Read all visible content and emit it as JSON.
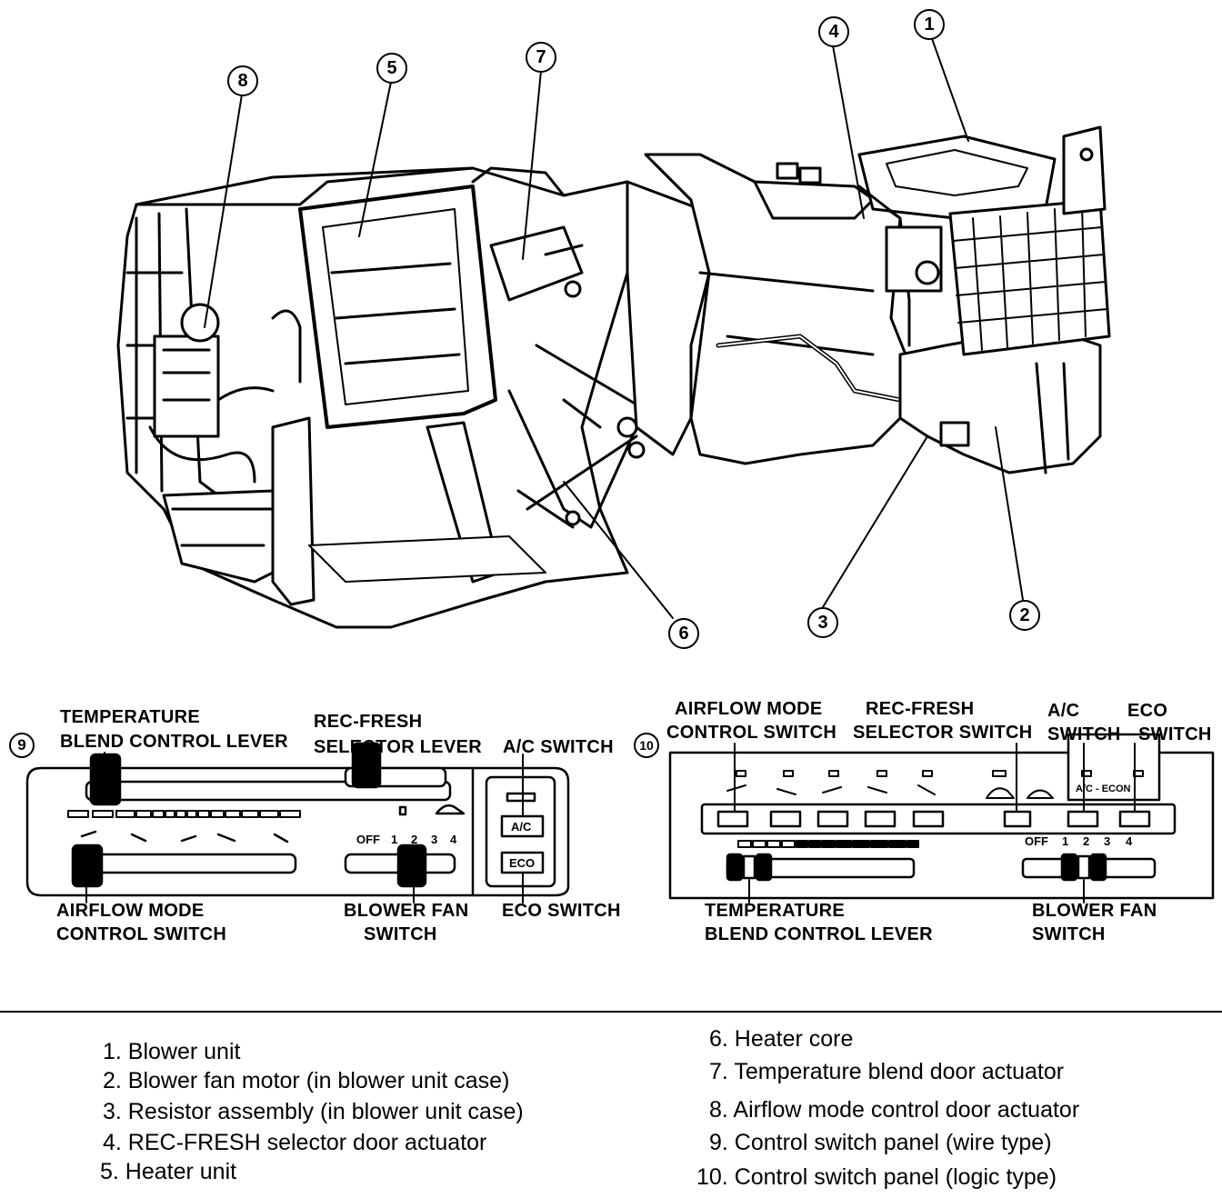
{
  "callouts": {
    "c1": "1",
    "c2": "2",
    "c3": "3",
    "c4": "4",
    "c5": "5",
    "c6": "6",
    "c7": "7",
    "c8": "8",
    "c9": "9",
    "c10": "10"
  },
  "panel_wire": {
    "temp_label_1": "TEMPERATURE",
    "temp_label_2": "BLEND CONTROL LEVER",
    "recfresh_label_1": "REC-FRESH",
    "recfresh_label_2": "SELECTOR LEVER",
    "ac_switch_label": "A/C SWITCH",
    "airflow_label_1": "AIRFLOW MODE",
    "airflow_label_2": "CONTROL SWITCH",
    "blower_label_1": "BLOWER FAN",
    "blower_label_2": "SWITCH",
    "eco_switch_label": "ECO SWITCH",
    "ac_button_text": "A/C",
    "eco_button_text": "ECO",
    "fan_scale": {
      "off": "OFF",
      "s1": "1",
      "s2": "2",
      "s3": "3",
      "s4": "4"
    }
  },
  "panel_logic": {
    "airflow_label_1": "AIRFLOW MODE",
    "airflow_label_2": "CONTROL SWITCH",
    "recfresh_label_1": "REC-FRESH",
    "recfresh_label_2": "SELECTOR SWITCH",
    "ac_label_1": "A/C",
    "ac_label_2": "SWITCH",
    "eco_label_1": "ECO",
    "eco_label_2": "SWITCH",
    "temp_label_1": "TEMPERATURE",
    "temp_label_2": "BLEND CONTROL LEVER",
    "blower_label_1": "BLOWER FAN",
    "blower_label_2": "SWITCH",
    "ac_econ_text": "A/C - ECON",
    "fan_scale": {
      "off": "OFF",
      "s1": "1",
      "s2": "2",
      "s3": "3",
      "s4": "4"
    }
  },
  "legend": {
    "left": [
      "1. Blower unit",
      "2. Blower fan motor  (in blower unit case)",
      "3. Resistor assembly  (in blower unit case)",
      "4. REC-FRESH selector door actuator",
      "5. Heater unit"
    ],
    "right": [
      "6. Heater core",
      "7. Temperature blend door actuator",
      "8. Airflow mode control door actuator",
      "9. Control switch panel  (wire type)",
      "10. Control switch panel  (logic type)"
    ]
  }
}
